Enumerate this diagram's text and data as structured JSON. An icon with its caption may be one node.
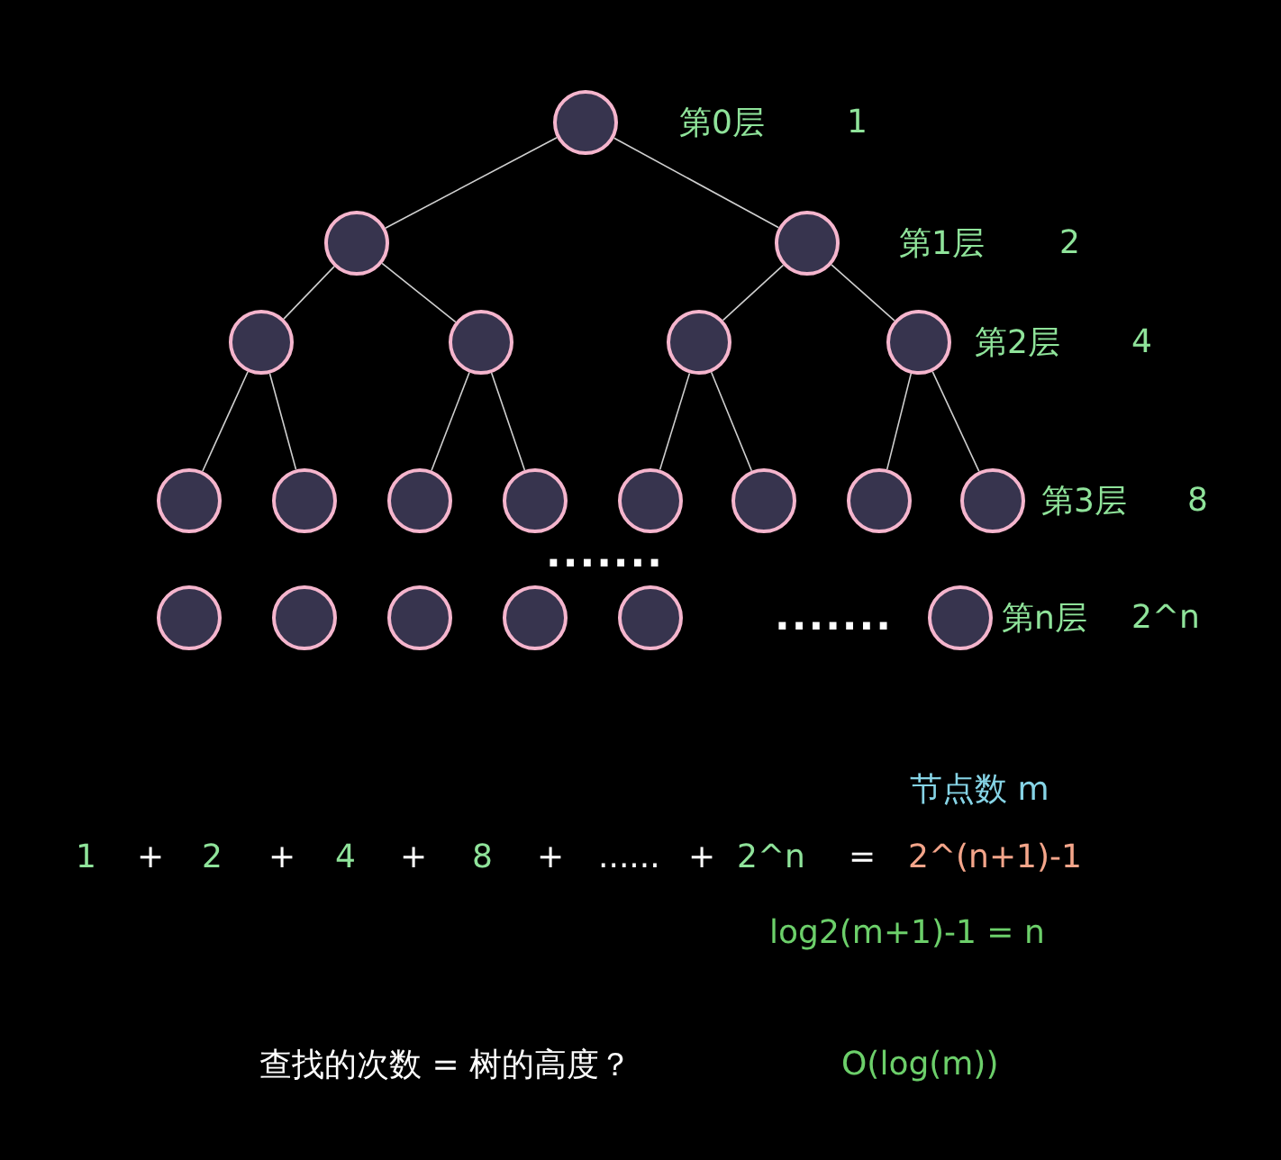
{
  "diagram": {
    "nodes": [
      {
        "text": [],
        "shape": "circle"
      },
      {
        "text": [],
        "shape": "circle"
      },
      {
        "text": [],
        "shape": "circle"
      },
      {
        "text": [],
        "shape": "circle"
      },
      {
        "text": [],
        "shape": "circle"
      },
      {
        "text": [],
        "shape": "circle"
      },
      {
        "text": [],
        "shape": "circle"
      },
      {
        "text": [],
        "shape": "circle"
      },
      {
        "text": [],
        "shape": "circle"
      },
      {
        "text": [],
        "shape": "circle"
      },
      {
        "text": [],
        "shape": "circle"
      },
      {
        "text": [],
        "shape": "circle"
      },
      {
        "text": [],
        "shape": "circle"
      },
      {
        "text": [],
        "shape": "circle"
      },
      {
        "text": [],
        "shape": "circle"
      },
      {
        "text": [],
        "shape": "circle"
      },
      {
        "text": [],
        "shape": "circle"
      },
      {
        "text": [],
        "shape": "circle"
      },
      {
        "text": [],
        "shape": "circle"
      },
      {
        "text": [],
        "shape": "circle"
      },
      {
        "text": [],
        "shape": "circle"
      }
    ],
    "edges": [
      {
        "from": 0,
        "to": 1,
        "arrow": "none"
      },
      {
        "from": 0,
        "to": 2,
        "arrow": "none"
      },
      {
        "from": 1,
        "to": 3,
        "arrow": "none"
      },
      {
        "from": 1,
        "to": 4,
        "arrow": "none"
      },
      {
        "from": 2,
        "to": 5,
        "arrow": "none"
      },
      {
        "from": 2,
        "to": 6,
        "arrow": "none"
      },
      {
        "from": 3,
        "to": 7,
        "arrow": "none"
      },
      {
        "from": 3,
        "to": 8,
        "arrow": "none"
      },
      {
        "from": 4,
        "to": 9,
        "arrow": "none"
      },
      {
        "from": 4,
        "to": 10,
        "arrow": "none"
      },
      {
        "from": 5,
        "to": 11,
        "arrow": "none"
      },
      {
        "from": 5,
        "to": 12,
        "arrow": "none"
      },
      {
        "from": 6,
        "to": 13,
        "arrow": "none"
      },
      {
        "from": 6,
        "to": 14,
        "arrow": "none"
      }
    ],
    "labels": [
      "第0层",
      "1",
      "第1层",
      "2",
      "第2层",
      "4",
      "第3层",
      "8",
      ".......",
      "第n层",
      "2^n",
      ".......",
      "节点数 m",
      "1",
      "+",
      "2",
      "+",
      "4",
      "+",
      "8",
      "+",
      "......",
      "+",
      "2^n",
      "=",
      "2^(n+1)-1",
      "log2(m+1)-1 = n",
      "查找的次数 = 树的高度？",
      "O(log(m))"
    ]
  }
}
